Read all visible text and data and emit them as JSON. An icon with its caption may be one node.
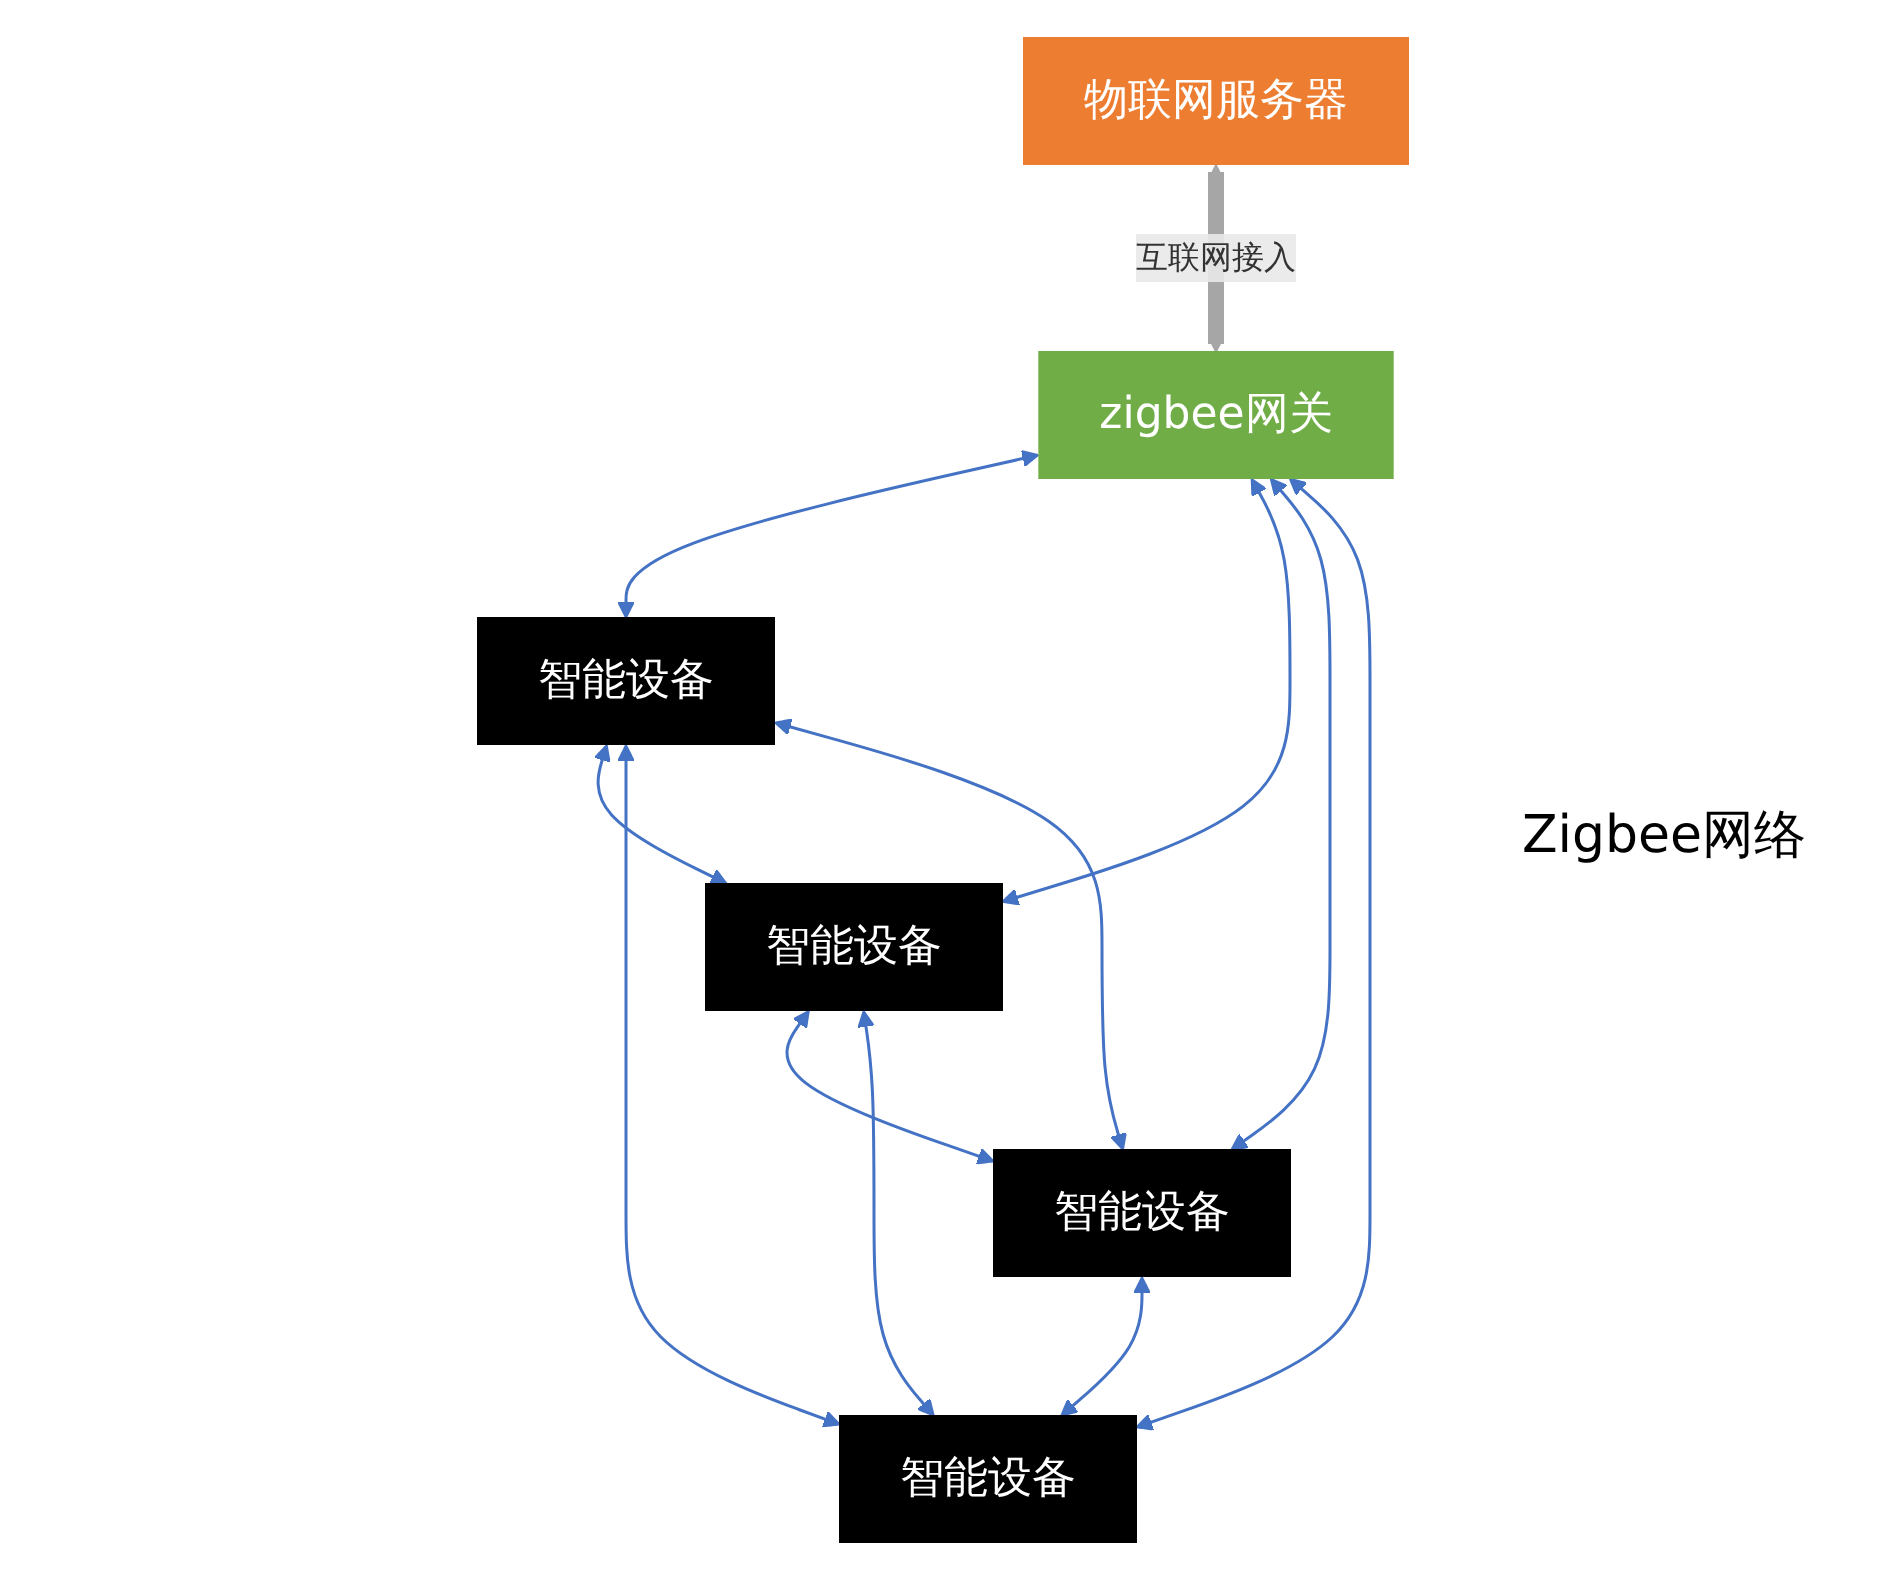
{
  "diagram": {
    "nodes": [
      {
        "text": [
          "物联网服务器"
        ]
      },
      {
        "text": [
          "zigbee网关"
        ]
      },
      {
        "text": [
          "智能设备"
        ]
      },
      {
        "text": [
          "智能设备"
        ]
      },
      {
        "text": [
          "智能设备"
        ]
      },
      {
        "text": [
          "智能设备"
        ]
      }
    ],
    "edges": [
      {
        "from": 0,
        "to": 1,
        "arrow": "both",
        "label": "互联网接入",
        "style": "thick",
        "color": "#a6a6a6"
      },
      {
        "from": 1,
        "to": 3,
        "arrow": "both"
      },
      {
        "from": 1,
        "to": 2,
        "arrow": "both"
      },
      {
        "from": 1,
        "to": 5,
        "arrow": "both"
      },
      {
        "from": 1,
        "to": 4,
        "arrow": "both"
      },
      {
        "from": 3,
        "to": 2,
        "arrow": "both"
      },
      {
        "from": 3,
        "to": 4,
        "arrow": "both"
      },
      {
        "from": 3,
        "to": 5,
        "arrow": "both"
      },
      {
        "from": 2,
        "to": 5,
        "arrow": "both"
      },
      {
        "from": 2,
        "to": 4,
        "arrow": "both"
      },
      {
        "from": 5,
        "to": 4,
        "arrow": "both"
      }
    ],
    "labels": [
      "Zigbee网络"
    ]
  }
}
